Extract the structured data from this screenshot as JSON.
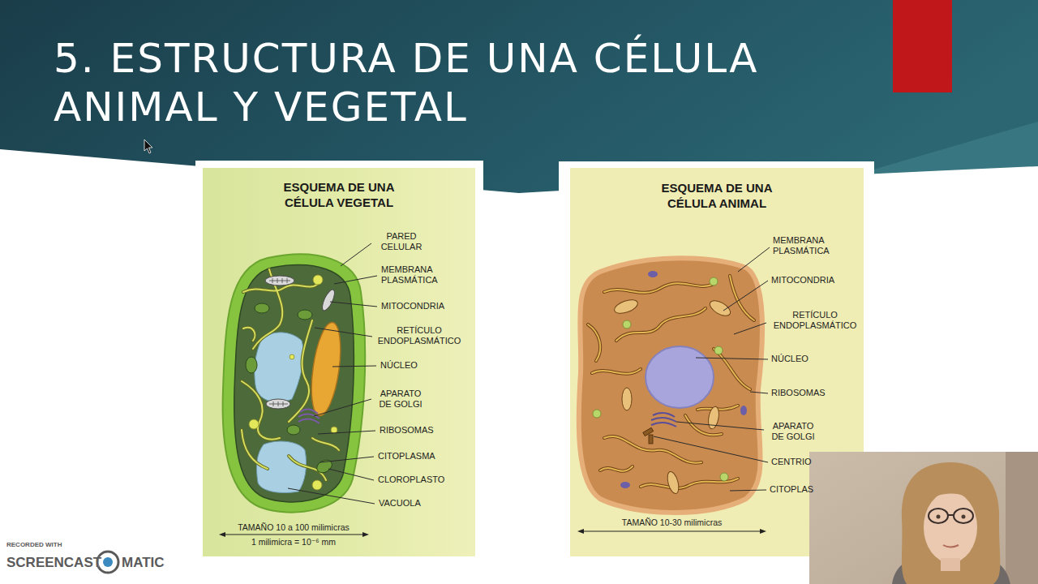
{
  "diagram": {
    "title": "5. ESTRUCTURA DE UNA CÉLULA ANIMAL Y VEGETAL",
    "nodes": [
      {
        "text": [
          "ESQUEMA DE UNA CÉLULA VEGETAL"
        ]
      },
      {
        "text": [
          "ESQUEMA DE UNA CÉLULA ANIMAL"
        ]
      }
    ],
    "labels": [
      "PARED CELULAR",
      "MEMBRANA PLASMÁTICA",
      "MITOCONDRIA",
      "RETÍCULO ENDOPLASMÁTICO",
      "NÚCLEO",
      "APARATO DE GOLGI",
      "RIBOSOMAS",
      "CITOPLASMA",
      "CLOROPLASTO",
      "VACUOLA",
      "TAMAÑO 10 a 100 milimicras",
      "1 milimicra = 10⁻⁶ mm",
      "MEMBRANA PLASMÁTICA",
      "MITOCONDRIA",
      "RETÍCULO ENDOPLASMÁTICO",
      "NÚCLEO",
      "RIBOSOMAS",
      "APARATO DE GOLGI",
      "CENTRIO",
      "CITOPLAS",
      "TAMAÑO 10-30 milimicras",
      "RECORDED WITH",
      "SCREENCAST",
      "MATIC"
    ]
  }
}
